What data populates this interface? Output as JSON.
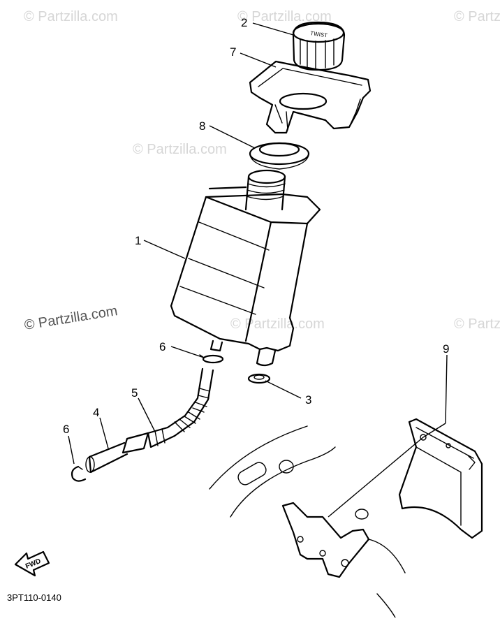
{
  "watermarks": [
    "© Partzilla.com",
    "© Partzilla.com",
    "© Partzilla.com",
    "© Partzilla.com",
    "© Partzilla.com",
    "© Partzilla.com",
    "© Partzilla.com"
  ],
  "callouts": {
    "tank": "1",
    "cap": "2",
    "grommet": "3",
    "pipe": "4",
    "hose": "5",
    "clip_upper": "6",
    "clip_lower": "6",
    "bracket": "7",
    "seal": "8",
    "stay": "9"
  },
  "cap_text": "TWIST",
  "fwd_label": "FWD",
  "diagram_code": "3PT110-0140",
  "colors": {
    "line": "#000000",
    "watermark": "#d6d6d6",
    "background": "#ffffff"
  }
}
